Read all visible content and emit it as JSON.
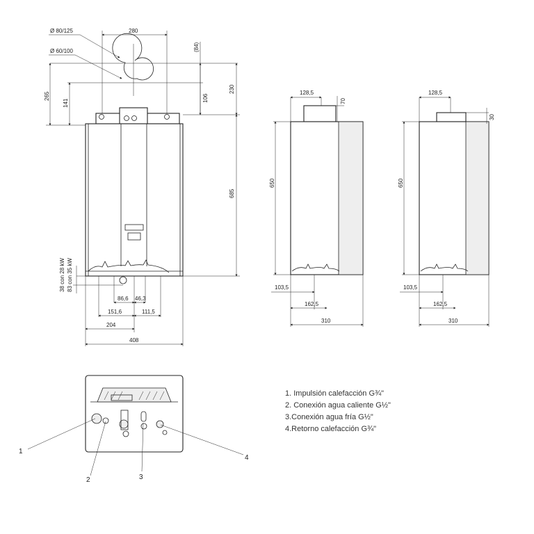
{
  "front": {
    "flue_large": "Ø 80/125",
    "flue_small": "Ø 60/100",
    "width_top": "280",
    "dim_84": "(84)",
    "dim_265": "265",
    "dim_141": "141",
    "dim_106": "106",
    "dim_230": "230",
    "dim_685": "685",
    "dim_38": "38 con 28 kW",
    "dim_83": "83 con 35 kW",
    "dim_86_6": "86,6",
    "dim_46_3": "46,3",
    "dim_151_6": "151,6",
    "dim_111_5": "111,5",
    "dim_204": "204",
    "dim_408": "408"
  },
  "side1": {
    "top": "128,5",
    "flue_h": "70",
    "height": "650",
    "d1": "103,5",
    "d2": "162,5",
    "width": "310"
  },
  "side2": {
    "top": "128,5",
    "flue_h": "30",
    "height": "650",
    "d1": "103,5",
    "d2": "162,5",
    "width": "310"
  },
  "bottom": {
    "callouts": [
      "1",
      "2",
      "3",
      "4"
    ]
  },
  "legend": [
    "1. Impulsión calefacción G¾\"",
    "2. Conexión agua caliente G½\"",
    "3.Conexión agua fría G½\"",
    "4.Retorno calefacción G¾\""
  ]
}
